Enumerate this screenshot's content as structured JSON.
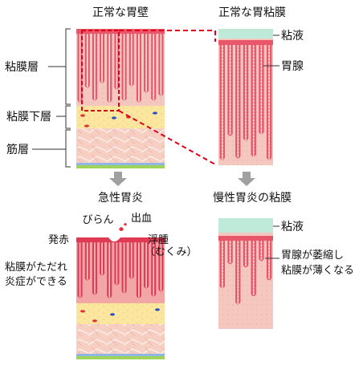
{
  "titles": {
    "normal_wall": "正常な胃壁",
    "normal_mucosa": "正常な胃粘膜",
    "acute": "急性胃炎",
    "chronic": "慢性胃炎の粘膜"
  },
  "layers": {
    "mucosa": "粘膜層",
    "submucosa": "粘膜下層",
    "muscle": "筋層"
  },
  "normal_mucosa_labels": {
    "mucus": "粘液",
    "gastric_gland": "胃腺"
  },
  "acute_labels": {
    "erosion": "びらん",
    "bleeding": "出血",
    "redness": "発赤",
    "edema_line1": "浮腫",
    "edema_line2": "（むくみ）",
    "inflammation_line1": "粘膜がただれ",
    "inflammation_line2": "炎症ができる"
  },
  "chronic_labels": {
    "mucus": "粘液",
    "atrophy_line1": "胃腺が萎縮し",
    "atrophy_line2": "粘膜が薄くなる"
  },
  "colors": {
    "mucosa_bg": "#f4c7bf",
    "gland": "#e8566a",
    "gland_inner": "#fbe3dd",
    "submucosa": "#fbe6a0",
    "muscle": "#f6cfc2",
    "mucus": "#bfe9d9",
    "vessel_red": "#e0303a",
    "vessel_blue": "#2a4fc0",
    "dash_red": "#e0001a",
    "arrow_gray": "#a0a0a0",
    "base_green": "#9fd35a",
    "base_blue": "#8fb7e6"
  }
}
